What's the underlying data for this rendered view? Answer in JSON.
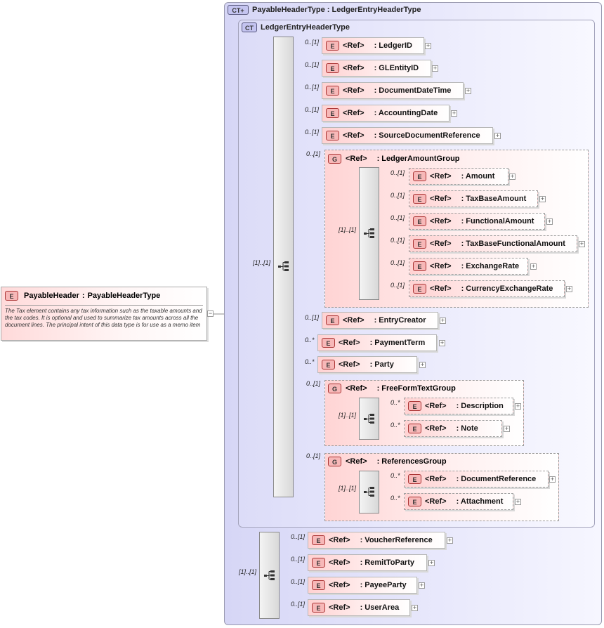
{
  "root": {
    "name": "PayableHeader",
    "type": "PayableHeaderType",
    "description": "The Tax element contains any tax information such as the taxable amounts and the tax codes.  It is optional and used to summarize tax amounts across all the document lines. The principal intent of this data type is for use as a memo item",
    "badge": "E"
  },
  "outer_type": {
    "badge": "CT+",
    "title": "PayableHeaderType : LedgerEntryHeaderType"
  },
  "inner_type": {
    "badge": "CT",
    "title": "LedgerEntryHeaderType"
  },
  "ref_label": "<Ref>",
  "seq_occurs": "[1]..[1]",
  "inner_elements": [
    {
      "occurs": "0..[1]",
      "name": ": LedgerID"
    },
    {
      "occurs": "0..[1]",
      "name": ": GLEntityID"
    },
    {
      "occurs": "0..[1]",
      "name": ": DocumentDateTime"
    },
    {
      "occurs": "0..[1]",
      "name": ": AccountingDate"
    },
    {
      "occurs": "0..[1]",
      "name": ": SourceDocumentReference"
    }
  ],
  "ledger_amount_group": {
    "occurs": "0..[1]",
    "name": ": LedgerAmountGroup",
    "seq_occurs": "[1]..[1]",
    "elements": [
      {
        "occurs": "0..[1]",
        "name": ": Amount"
      },
      {
        "occurs": "0..[1]",
        "name": ": TaxBaseAmount"
      },
      {
        "occurs": "0..[1]",
        "name": ": FunctionalAmount"
      },
      {
        "occurs": "0..[1]",
        "name": ": TaxBaseFunctionalAmount"
      },
      {
        "occurs": "0..[1]",
        "name": ": ExchangeRate"
      },
      {
        "occurs": "0..[1]",
        "name": ": CurrencyExchangeRate"
      }
    ]
  },
  "middle_elements": [
    {
      "occurs": "0..[1]",
      "name": ": EntryCreator"
    },
    {
      "occurs": "0..*",
      "name": ": PaymentTerm"
    },
    {
      "occurs": "0..*",
      "name": ": Party"
    }
  ],
  "free_form_text_group": {
    "occurs": "0..[1]",
    "name": ": FreeFormTextGroup",
    "seq_occurs": "[1]..[1]",
    "elements": [
      {
        "occurs": "0..*",
        "name": ": Description"
      },
      {
        "occurs": "0..*",
        "name": ": Note"
      }
    ]
  },
  "references_group": {
    "occurs": "0..[1]",
    "name": ": ReferencesGroup",
    "seq_occurs": "[1]..[1]",
    "elements": [
      {
        "occurs": "0..*",
        "name": ": DocumentReference"
      },
      {
        "occurs": "0..*",
        "name": ": Attachment"
      }
    ]
  },
  "extension_seq_occurs": "[1]..[1]",
  "extension_elements": [
    {
      "occurs": "0..[1]",
      "name": ": VoucherReference"
    },
    {
      "occurs": "0..[1]",
      "name": ": RemitToParty"
    },
    {
      "occurs": "0..[1]",
      "name": ": PayeeParty"
    },
    {
      "occurs": "0..[1]",
      "name": ": UserArea"
    }
  ],
  "icons": {
    "sequence": "sequence-icon",
    "expand": "expand-plus-icon",
    "collapse": "collapse-minus-icon"
  },
  "colors": {
    "element_fill": "#ffd2d2",
    "complex_type_fill": "#dcdcf8",
    "badge_ct": "#c4c4f0"
  }
}
